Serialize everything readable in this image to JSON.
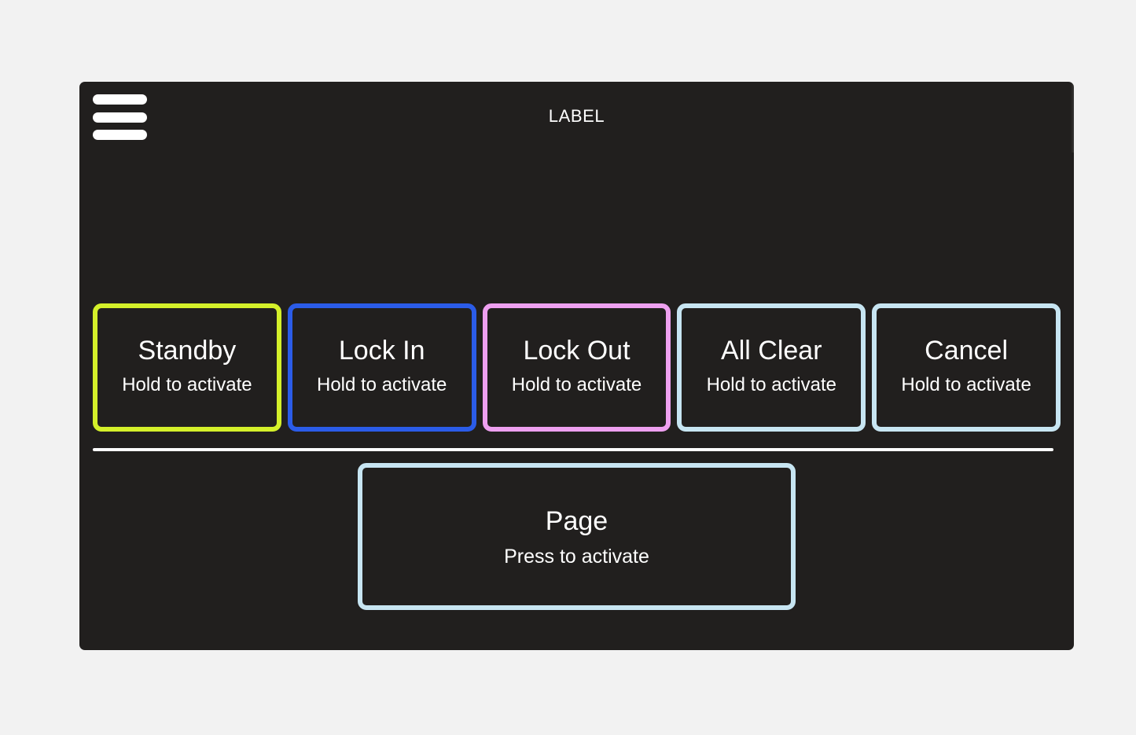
{
  "page": {
    "background_color": "#f2f2f2",
    "panel_background_color": "#211f1e"
  },
  "header": {
    "title": "LABEL",
    "menu_icon": "hamburger-menu-icon"
  },
  "main": {
    "hold_buttons": [
      {
        "title": "Standby",
        "subtitle": "Hold to activate",
        "border_color": "#d4f02a"
      },
      {
        "title": "Lock In",
        "subtitle": "Hold to activate",
        "border_color": "#2b5ce8"
      },
      {
        "title": "Lock Out",
        "subtitle": "Hold to activate",
        "border_color": "#eea0f0"
      },
      {
        "title": "All Clear",
        "subtitle": "Hold to activate",
        "border_color": "#c7e5f2"
      },
      {
        "title": "Cancel",
        "subtitle": "Hold to activate",
        "border_color": "#c7e5f2"
      }
    ],
    "divider_color": "#ffffff",
    "page_button": {
      "title": "Page",
      "subtitle": "Press to activate",
      "border_color": "#c7e5f2"
    }
  }
}
